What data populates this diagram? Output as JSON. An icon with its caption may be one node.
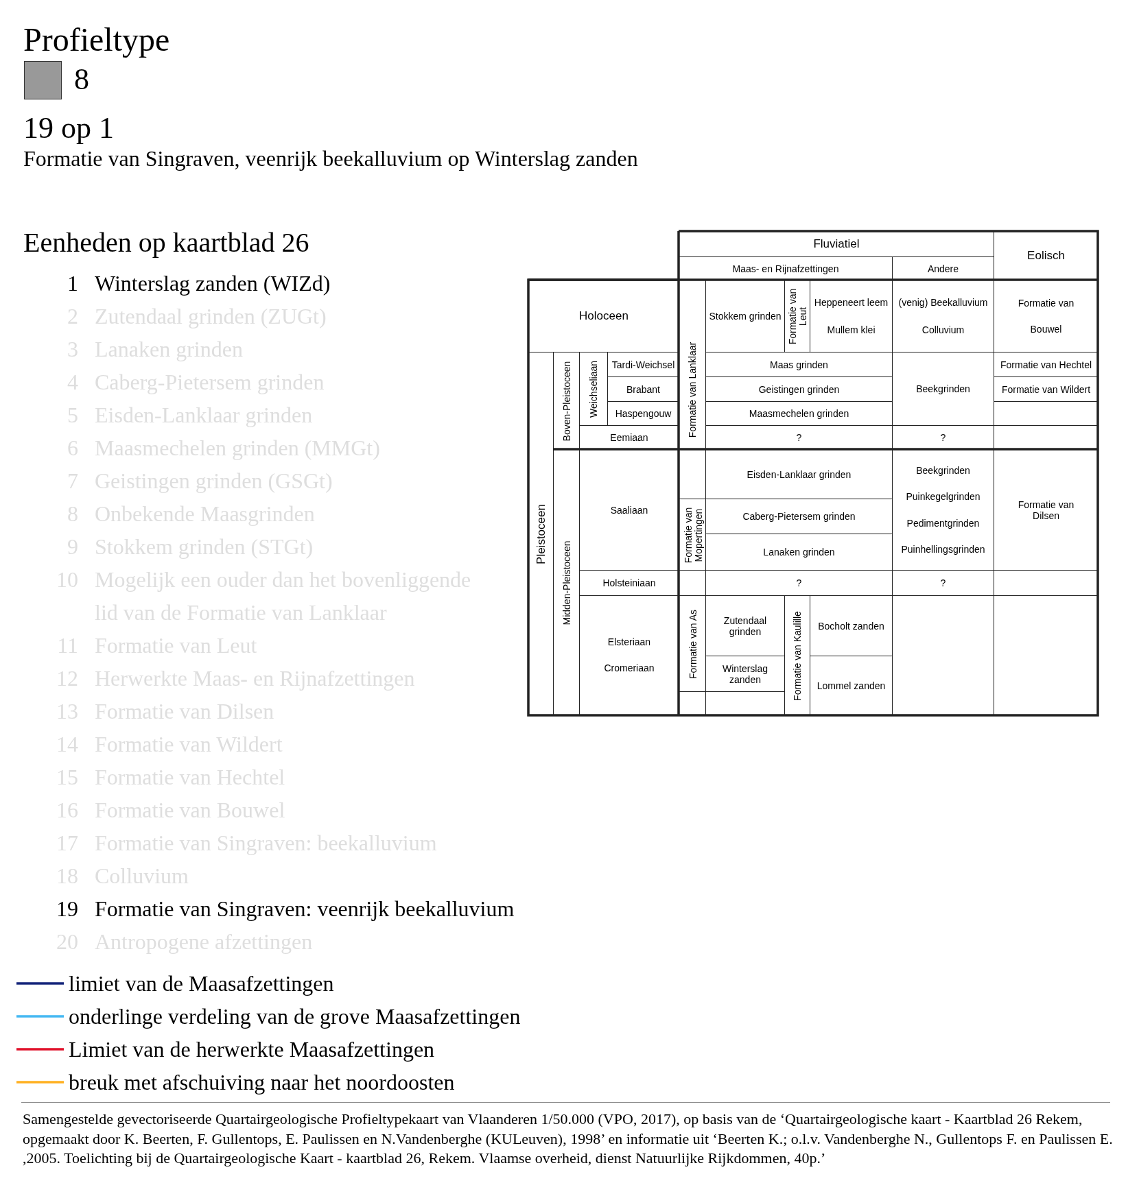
{
  "diagram": {
    "title": "Profieltype",
    "labels": [
      "19 op 1",
      "Formatie van Singraven, veenrijk beekalluvium op Winterslag zanden",
      "Eenheden op kaartblad 26",
      "1",
      "Winterslag zanden (WIZd)",
      "2",
      "Zutendaal grinden (ZUGt)",
      "3",
      "Lanaken grinden",
      "4",
      "Caberg-Pietersem grinden",
      "5",
      "Eisden-Lanklaar grinden",
      "6",
      "Maasmechelen grinden (MMGt)",
      "7",
      "Geistingen grinden (GSGt)",
      "8",
      "Onbekende Maasgrinden",
      "9",
      "Stokkem grinden (STGt)",
      "10",
      "Mogelijk een ouder dan het bovenliggende lid van de Formatie van Lanklaar",
      "11",
      "Formatie van Leut",
      "12",
      "Herwerkte Maas- en Rijnafzettingen",
      "13",
      "Formatie van Dilsen",
      "14",
      "Formatie van Wildert",
      "15",
      "Formatie van Hechtel",
      "16",
      "Formatie van Bouwel",
      "17",
      "Formatie van Singraven: beekalluvium",
      "18",
      "Colluvium",
      "19",
      "Formatie van Singraven: veenrijk beekalluvium",
      "20",
      "Antropogene afzettingen",
      "Fluviatiel",
      "Eolisch",
      "Maas- en Rijnafzettingen",
      "Andere",
      "Holoceen",
      "Formatie van Lanklaar",
      "Stokkem grinden",
      "Formatie van Leut",
      "Heppeneert leem",
      "Mullem klei",
      "(venig) Beekalluvium",
      "Colluvium",
      "Formatie van Bouwel",
      "Pleistoceen",
      "Boven-Pleistoceen",
      "Weichseliaan",
      "Tardi-Weichsel",
      "Maas grinden",
      "Beekgrinden",
      "Formatie van Hechtel",
      "Brabant",
      "Geistingen grinden",
      "Formatie van Wildert",
      "Haspengouw",
      "Maasmechelen grinden",
      "Eemiaan",
      "?",
      "?",
      "Midden-Pleistoceen",
      "Saaliaan",
      "Eisden-Lanklaar grinden",
      "Beekgrinden",
      "Puinkegelgrinden",
      "Pedimentgrinden",
      "Puinhellingsgrinden",
      "Formatie van Dilsen",
      "Formatie van Mopertingen",
      "Caberg-Pietersem grinden",
      "Lanaken grinden",
      "Holsteiniaan",
      "?",
      "?",
      "Formatie van As",
      "Elsteriaan",
      "Cromeriaan",
      "Zutendaal grinden",
      "Formatie van Kaulille",
      "Bocholt zanden",
      "Winterslag zanden",
      "Lommel zanden"
    ],
    "legend": [
      {
        "text": "8",
        "color": "#999999"
      },
      {
        "text": "limiet van de Maasafzettingen",
        "color": "#14247a"
      },
      {
        "text": "onderlinge verdeling van de grove Maasafzettingen",
        "color": "#45b8f2"
      },
      {
        "text": "Limiet van de herwerkte Maasafzettingen",
        "color": "#e0102a"
      },
      {
        "text": "breuk met afschuiving naar het noordoosten",
        "color": "#ffb020"
      }
    ],
    "caption": "Samengestelde gevectoriseerde Quartairgeologische Profieltypekaart van Vlaanderen 1/50.000 (VPO, 2017), op basis van de ‘Quartairgeologische kaart - Kaartblad 26 Rekem, opgemaakt door K. Beerten, F. Gullentops, E. Paulissen en N.Vandenberghe (KULeuven), 1998’ en informatie uit ‘Beerten K.; o.l.v. Vandenberghe N., Gullentops F. en Paulissen E. ,2005. Toelichting bij de Quartairgeologische Kaart - kaartblad 26, Rekem. Vlaamse overheid, dienst Natuurlijke Rijkdommen, 40p.’"
  }
}
